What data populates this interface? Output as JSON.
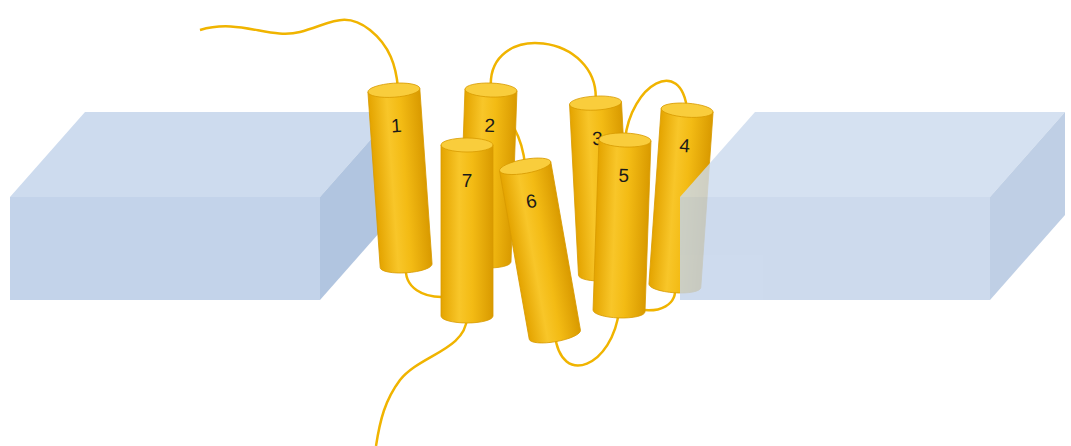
{
  "diagram": {
    "nodes": [
      {
        "text": [
          "1"
        ]
      },
      {
        "text": [
          "2"
        ]
      },
      {
        "text": [
          "3"
        ]
      },
      {
        "text": [
          "4"
        ]
      },
      {
        "text": [
          "5"
        ]
      },
      {
        "text": [
          "6"
        ]
      },
      {
        "text": [
          "7"
        ]
      }
    ],
    "edges": [
      {
        "from": 0,
        "to": 1,
        "arrow": "none"
      },
      {
        "from": 1,
        "to": 2,
        "arrow": "none"
      },
      {
        "from": 2,
        "to": 3,
        "arrow": "none"
      },
      {
        "from": 3,
        "to": 4,
        "arrow": "none"
      },
      {
        "from": 4,
        "to": 5,
        "arrow": "none"
      },
      {
        "from": 5,
        "to": 6,
        "arrow": "none"
      }
    ]
  }
}
